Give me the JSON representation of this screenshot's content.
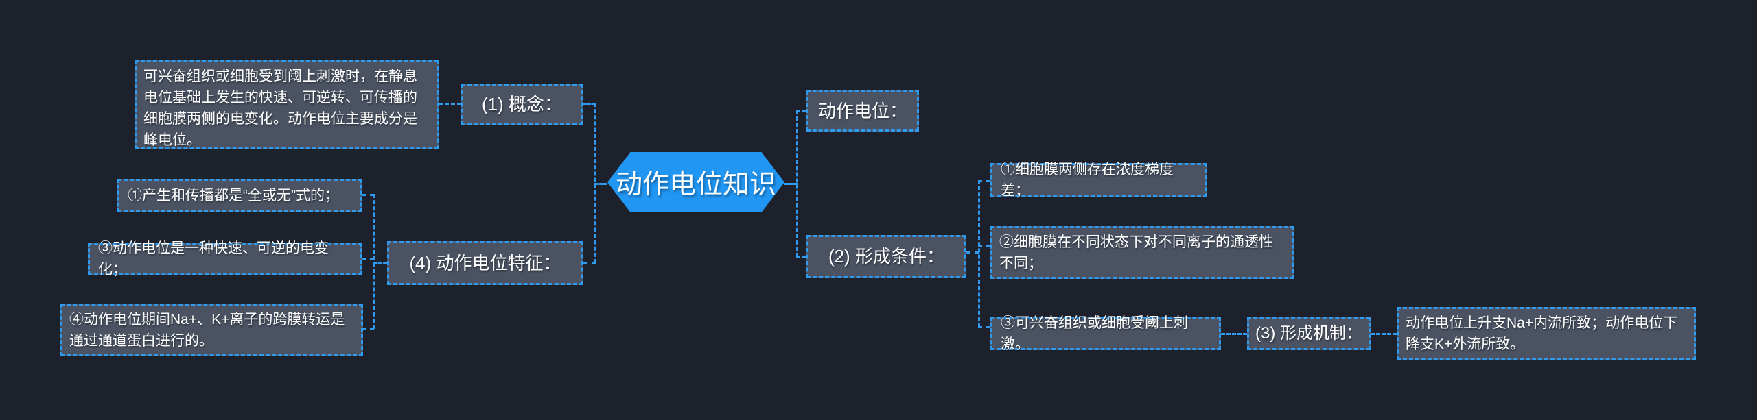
{
  "colors": {
    "background": "#1d212c",
    "node_fill": "#4b5363",
    "node_border": "#2e9bf0",
    "center_fill": "#2196f3",
    "text": "#ffffff"
  },
  "center": {
    "label": "动作电位知识"
  },
  "concept": {
    "label": "(1) 概念：",
    "detail": "可兴奋组织或细胞受到阈上刺激时，在静息电位基础上发生的快速、可逆转、可传播的细胞膜两侧的电变化。动作电位主要成分是峰电位。"
  },
  "features": {
    "label": "(4) 动作电位特征：",
    "items": [
      "①产生和传播都是“全或无”式的；",
      "③动作电位是一种快速、可逆的电变化；",
      "④动作电位期间Na+、K+离子的跨膜转运是通过通道蛋白进行的。"
    ]
  },
  "action_potential": {
    "label": "动作电位："
  },
  "conditions": {
    "label": "(2) 形成条件：",
    "items": [
      "①细胞膜两侧存在浓度梯度差；",
      "②细胞膜在不同状态下对不同离子的通透性不同；",
      "③可兴奋组织或细胞受阈上刺激。"
    ]
  },
  "mechanism": {
    "label": "(3) 形成机制：",
    "detail": "动作电位上升支Na+内流所致；动作电位下降支K+外流所致。"
  }
}
